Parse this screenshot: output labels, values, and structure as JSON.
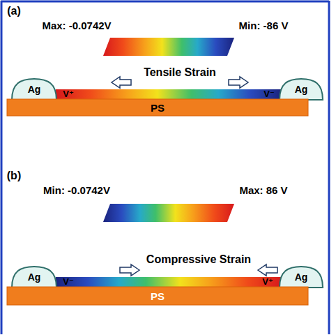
{
  "diagram": {
    "nodes": [
      {
        "text": [
          "Ag"
        ]
      },
      {
        "text": [
          "Ag"
        ]
      },
      {
        "text": [
          "PS"
        ]
      },
      {
        "text": [
          "Ag"
        ]
      },
      {
        "text": [
          "Ag"
        ]
      },
      {
        "text": [
          "PS"
        ]
      }
    ],
    "labels": [
      "(a)",
      "Max: -0.0742V",
      "Min: -86 V",
      "Tensile Strain",
      "V⁺",
      "V⁻",
      "(b)",
      "Min: -0.0742V",
      "Max: 86 V",
      "Compressive Strain",
      "V⁻",
      "V⁺"
    ]
  }
}
